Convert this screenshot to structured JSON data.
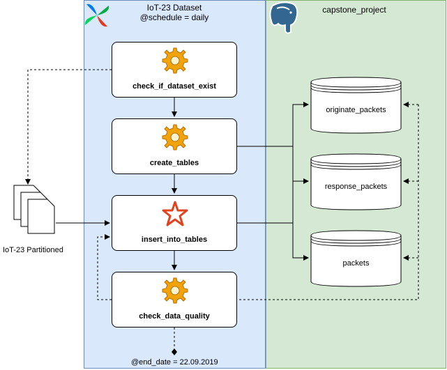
{
  "airflow_lane": {
    "title_line1": "IoT-23 Dataset",
    "title_line2": "@schedule = daily",
    "end_date": "@end_date = 22.09.2019"
  },
  "postgres_lane": {
    "title": "capstone_project"
  },
  "source": {
    "label": "IoT-23 Partitioned"
  },
  "tasks": [
    {
      "label": "check_if_dataset_exist",
      "icon": "gear-icon"
    },
    {
      "label": "create_tables",
      "icon": "gear-icon"
    },
    {
      "label": "insert_into_tables",
      "icon": "spark-star-icon"
    },
    {
      "label": "check_data_quality",
      "icon": "gear-icon"
    }
  ],
  "tables": [
    {
      "label": "originate_packets"
    },
    {
      "label": "response_packets"
    },
    {
      "label": "packets"
    }
  ],
  "colors": {
    "airflow_lane_fill": "#dae8fc",
    "airflow_lane_border": "#6c8ebf",
    "postgres_lane_fill": "#d5e8d4",
    "postgres_lane_border": "#82b366",
    "gear": "#f0a30a",
    "spark_star": "#e2431e",
    "postgres_blue": "#336791"
  }
}
